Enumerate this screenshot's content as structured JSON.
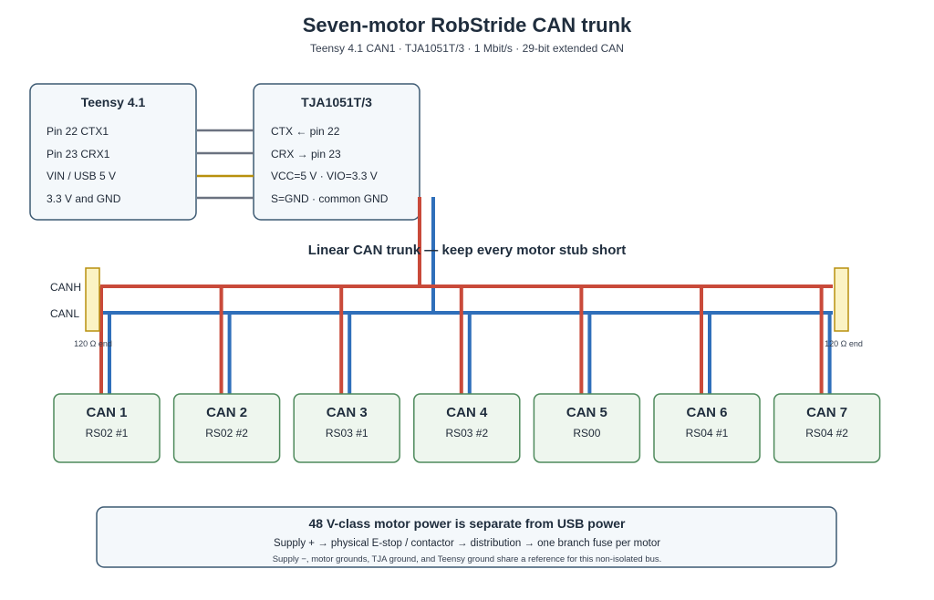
{
  "header": {
    "title": "Seven-motor RobStride CAN trunk",
    "subtitle": "Teensy 4.1 CAN1 · TJA1051T/3 · 1 Mbit/s · 29-bit extended CAN"
  },
  "teensy": {
    "title": "Teensy 4.1",
    "pins": [
      "Pin 22 CTX1",
      "Pin 23 CRX1",
      "VIN / USB 5 V",
      "3.3 V and GND"
    ]
  },
  "transceiver": {
    "title": "TJA1051T/3",
    "pins": [
      "CTX ← pin 22",
      "CRX → pin 23",
      "VCC=5 V · VIO=3.3 V",
      "S=GND · common GND"
    ]
  },
  "trunk": {
    "label": "Linear CAN trunk — keep every motor stub short",
    "canh_label": "CANH",
    "canl_label": "CANL",
    "term_left": "120 Ω end",
    "term_right": "120 Ω end"
  },
  "nodes": [
    {
      "title": "CAN 1",
      "sub": "RS02 #1"
    },
    {
      "title": "CAN 2",
      "sub": "RS02 #2"
    },
    {
      "title": "CAN 3",
      "sub": "RS03 #1"
    },
    {
      "title": "CAN 4",
      "sub": "RS03 #2"
    },
    {
      "title": "CAN 5",
      "sub": "RS00"
    },
    {
      "title": "CAN 6",
      "sub": "RS04 #1"
    },
    {
      "title": "CAN 7",
      "sub": "RS04 #2"
    }
  ],
  "power": {
    "title": "48 V-class motor power is separate from USB power",
    "line": "Supply + → physical E-stop / contactor → distribution → one branch fuse per motor",
    "note": "Supply −, motor grounds, TJA ground, and Teensy ground share a reference for this non-isolated bus."
  },
  "colors": {
    "canh": "#c94a3a",
    "canl": "#2f6fba",
    "signal": "#6b7280",
    "power_wire": "#b8900e",
    "box_border": "#3d5a73",
    "box_fill": "#f4f8fb",
    "node_border": "#4e8a5c",
    "node_fill": "#eef6ee",
    "term_fill": "#fbf3c4",
    "term_border": "#b8900e"
  }
}
